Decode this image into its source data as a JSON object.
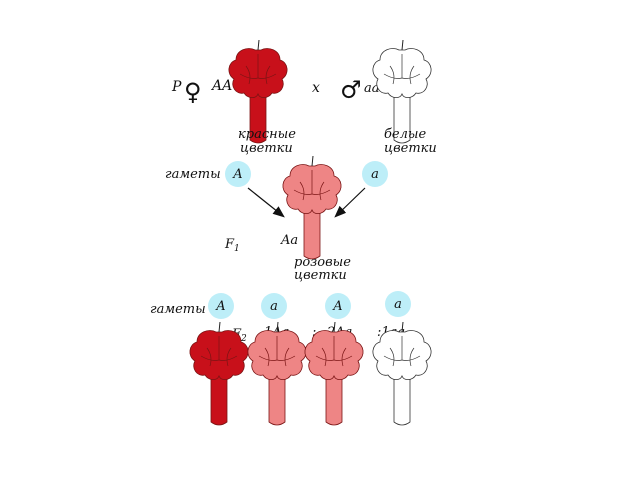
{
  "colors": {
    "red": "#c8101a",
    "pink": "#ee8585",
    "white": "#ffffff",
    "gamete_circle": "#bdeef8",
    "outline": "#333333"
  },
  "parents": {
    "p_label": "P",
    "female_symbol": "♀",
    "female_genotype": "AA",
    "cross": "x",
    "male_symbol": "♂",
    "male_genotype": "aa",
    "red_caption_1": "красные",
    "red_caption_2": "цветки",
    "white_caption_1": "белые",
    "white_caption_2": "цветки"
  },
  "gametes_p": {
    "label": "гаметы",
    "left": "A",
    "right": "a"
  },
  "f1": {
    "label": "F",
    "label_sub": "1",
    "genotype": "Aa",
    "caption_1": "розовые",
    "caption_2": "цветки"
  },
  "gametes_f1": {
    "label": "гаметы",
    "items": [
      "A",
      "a",
      "A",
      "a"
    ]
  },
  "f2": {
    "label": "F",
    "label_sub": "2",
    "ratio_1": "1Aa",
    "sep_1": ":",
    "ratio_2": "2Aa",
    "sep_2": ":1aa"
  },
  "flowers": {
    "parent_red": "red",
    "parent_white": "white",
    "f1_pink": "pink",
    "f2": [
      "red",
      "pink",
      "pink",
      "white"
    ]
  }
}
